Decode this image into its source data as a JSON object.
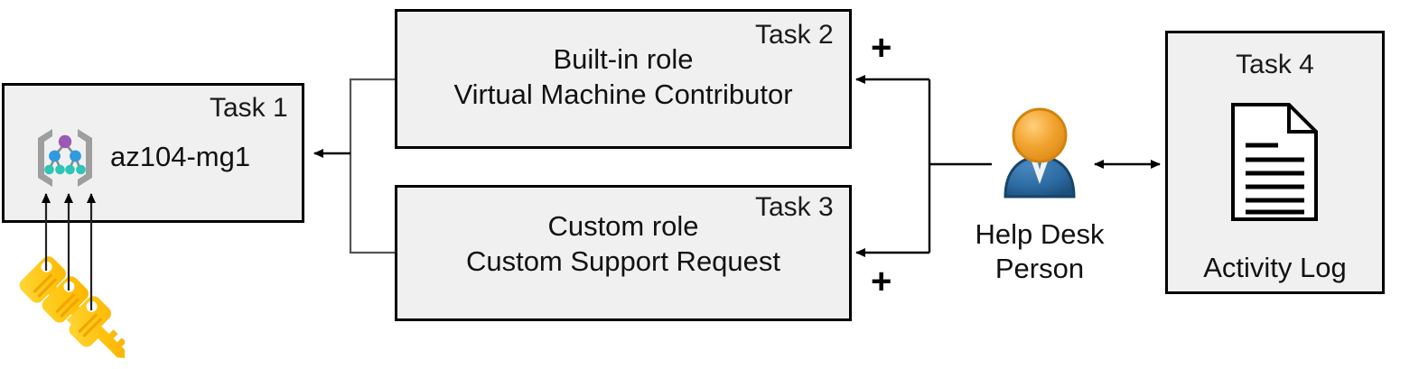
{
  "diagram": {
    "title": "Azure RBAC task diagram",
    "background_color": "#ffffff",
    "box_fill": "#f0f0f0",
    "box_stroke": "#000000",
    "nodes": {
      "task1": {
        "tag": "Task 1",
        "label": "az104-mg1",
        "icon": "management-group-icon"
      },
      "task2": {
        "tag": "Task 2",
        "line1": "Built-in role",
        "line2": "Virtual Machine Contributor"
      },
      "task3": {
        "tag": "Task 3",
        "line1": "Custom role",
        "line2": "Custom Support Request"
      },
      "task4": {
        "tag": "Task 4",
        "label": "Activity Log",
        "icon": "document-icon"
      },
      "person": {
        "line1": "Help Desk",
        "line2": "Person",
        "icon": "user-person-icon"
      },
      "keys": {
        "icon": "keys-icon",
        "count": 3
      }
    },
    "connectors": {
      "plus_top": "+",
      "plus_bottom": "+"
    },
    "colors": {
      "mg_bracket": "#9e9e9e",
      "mg_root_node": "#9b59b6",
      "mg_mid_node": "#2f9ae0",
      "mg_leaf_node": "#2ec4b6",
      "key_light": "#ffd83b",
      "key_mid": "#ffc20e",
      "key_dark": "#f5a800",
      "person_head": "#f0a32a",
      "person_head_dark": "#d98416",
      "person_body": "#2f6ea5",
      "person_body_dark": "#1d4f7c",
      "arrow": "#000000"
    }
  }
}
